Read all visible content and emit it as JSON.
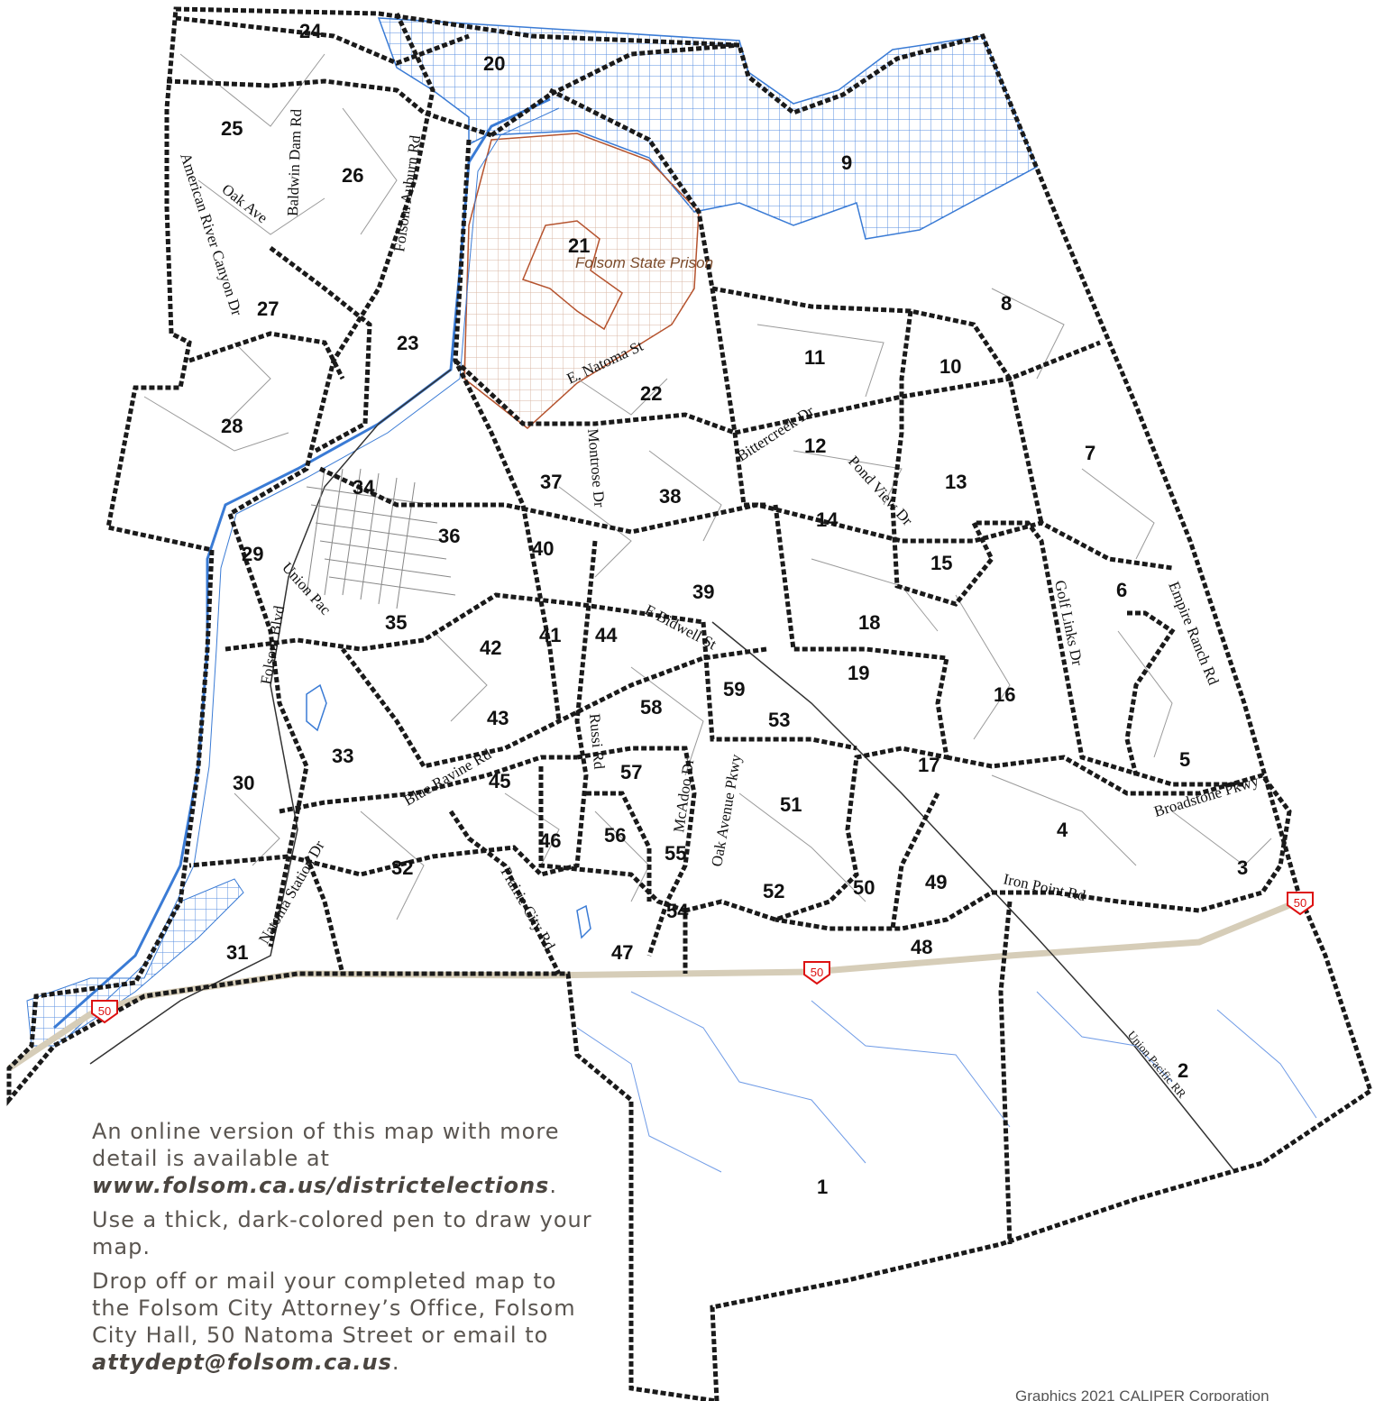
{
  "map": {
    "tracts": [
      "1",
      "2",
      "3",
      "4",
      "5",
      "6",
      "7",
      "8",
      "9",
      "10",
      "11",
      "12",
      "13",
      "14",
      "15",
      "16",
      "17",
      "18",
      "19",
      "20",
      "21",
      "22",
      "23",
      "24",
      "25",
      "26",
      "27",
      "28",
      "29",
      "30",
      "31",
      "32",
      "33",
      "34",
      "35",
      "36",
      "37",
      "38",
      "39",
      "40",
      "41",
      "42",
      "43",
      "44",
      "45",
      "46",
      "47",
      "48",
      "49",
      "50",
      "51",
      "52",
      "53",
      "54",
      "55",
      "56",
      "57",
      "58",
      "59"
    ],
    "streets": [
      "Baldwin Dam Rd",
      "Folsom Auburn Rd",
      "Oak Ave",
      "American River Canyon Dr",
      "E. Natoma St",
      "Bittercreek Dr",
      "Pond View Dr",
      "Montrose Dr",
      "Golf Links Dr",
      "Empire Ranch Rd",
      "E Bidwell St",
      "Union Pac",
      "Folsom Blvd",
      "Blue Ravine Rd",
      "Russi Rd",
      "McAdoo Dr",
      "Oak Avenue Pkwy",
      "Broadstone Pkwy",
      "Iron Point Rd",
      "Natoma Station Dr",
      "Prairie City Rd",
      "Union Pacific RR"
    ],
    "place": "Folsom State Prison",
    "highway_shields": [
      "50",
      "50",
      "50"
    ],
    "colors": {
      "boundary": "#1a1a1a",
      "water": "#3a7bd5",
      "prison": "#b5532e",
      "highway": "#d6cdb8",
      "shield": "#d11"
    }
  },
  "notes": {
    "p1_text": "An online version of this map with more detail is available at",
    "p1_url": "www.folsom.ca.us/districtelections",
    "p1_end": ".",
    "p2": "Use a thick, dark-colored pen to draw your map.",
    "p3_text": "Drop off or mail your completed map to the Folsom City Attorney’s Office, Folsom City Hall, 50 Natoma Street or email to",
    "p3_email": "attydept@folsom.ca.us",
    "p3_end": "."
  },
  "credit": "Graphics 2021 CALIPER Corporation"
}
